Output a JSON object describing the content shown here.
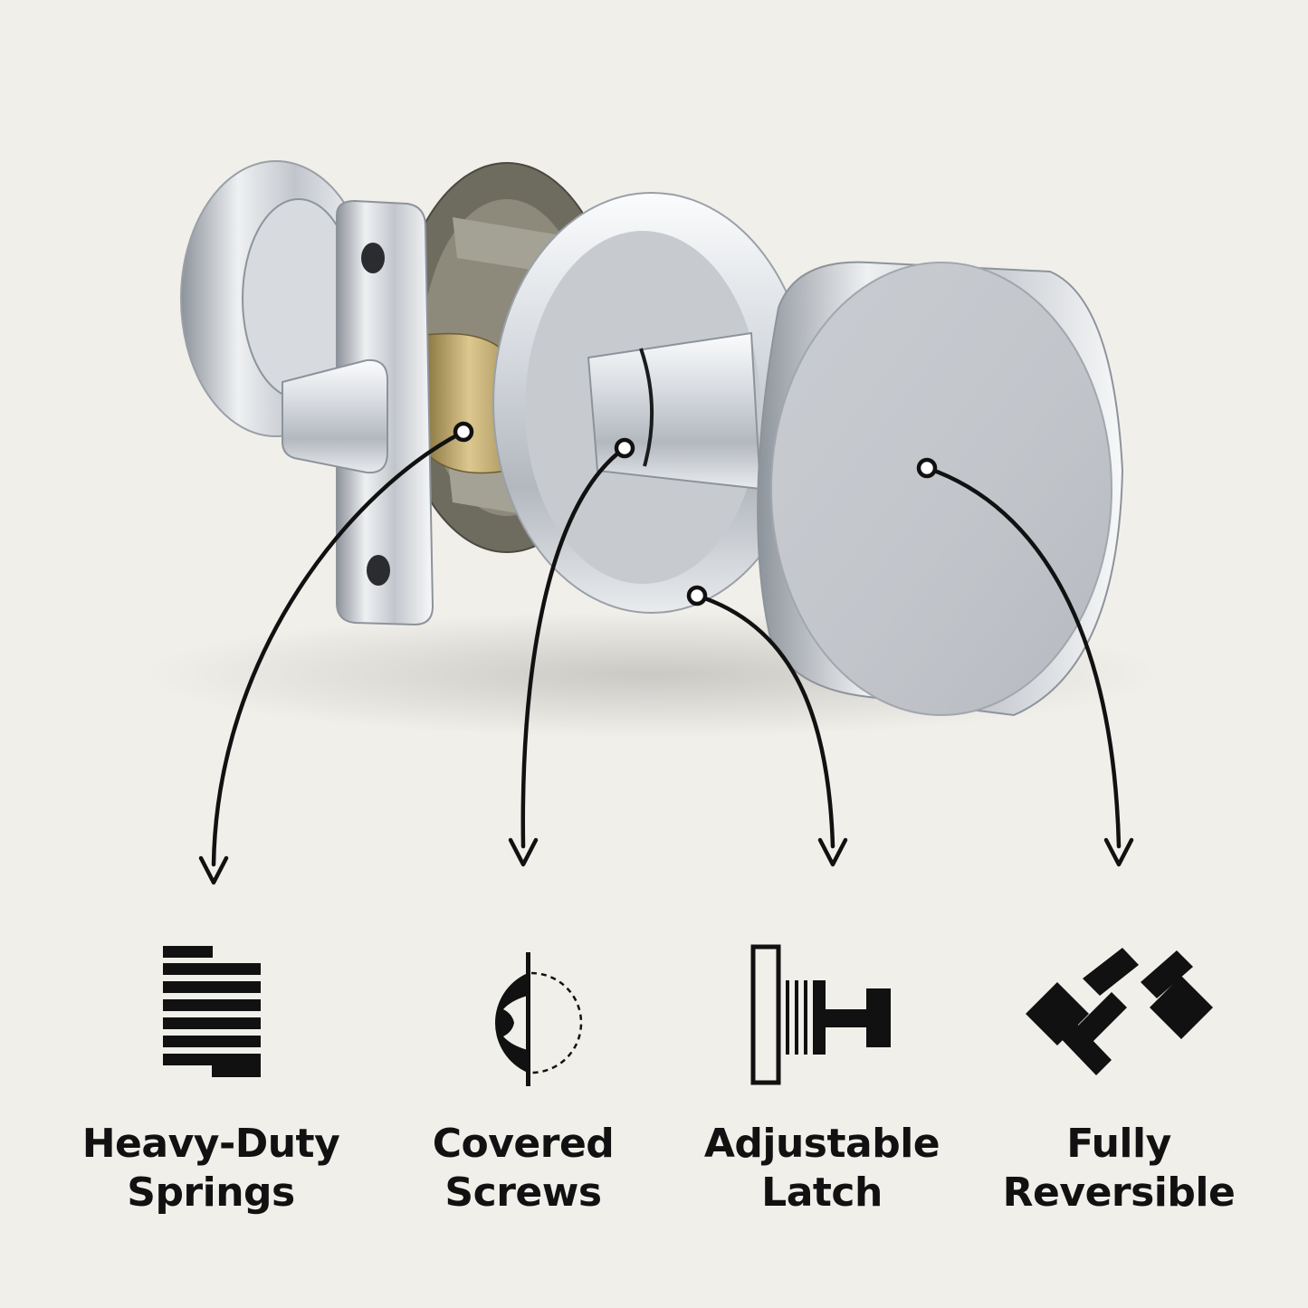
{
  "colors": {
    "background": "#f1efea",
    "chrome_light": "#f4f5f7",
    "chrome_mid": "#c4c8ce",
    "chrome_dark": "#7c828a",
    "brass": "#bba264",
    "ink": "#111111"
  },
  "product": {
    "icon": "door-knob-lock-illustration"
  },
  "features": [
    {
      "icon": "stacked-bars-springs-icon",
      "line1": "Heavy-Duty",
      "line2": "Springs"
    },
    {
      "icon": "half-circle-cover-icon",
      "line1": "Covered",
      "line2": "Screws"
    },
    {
      "icon": "latch-bolt-icon",
      "line1": "Adjustable",
      "line2": "Latch"
    },
    {
      "icon": "reversible-lever-icon",
      "line1": "Fully",
      "line2": "Reversible"
    }
  ]
}
